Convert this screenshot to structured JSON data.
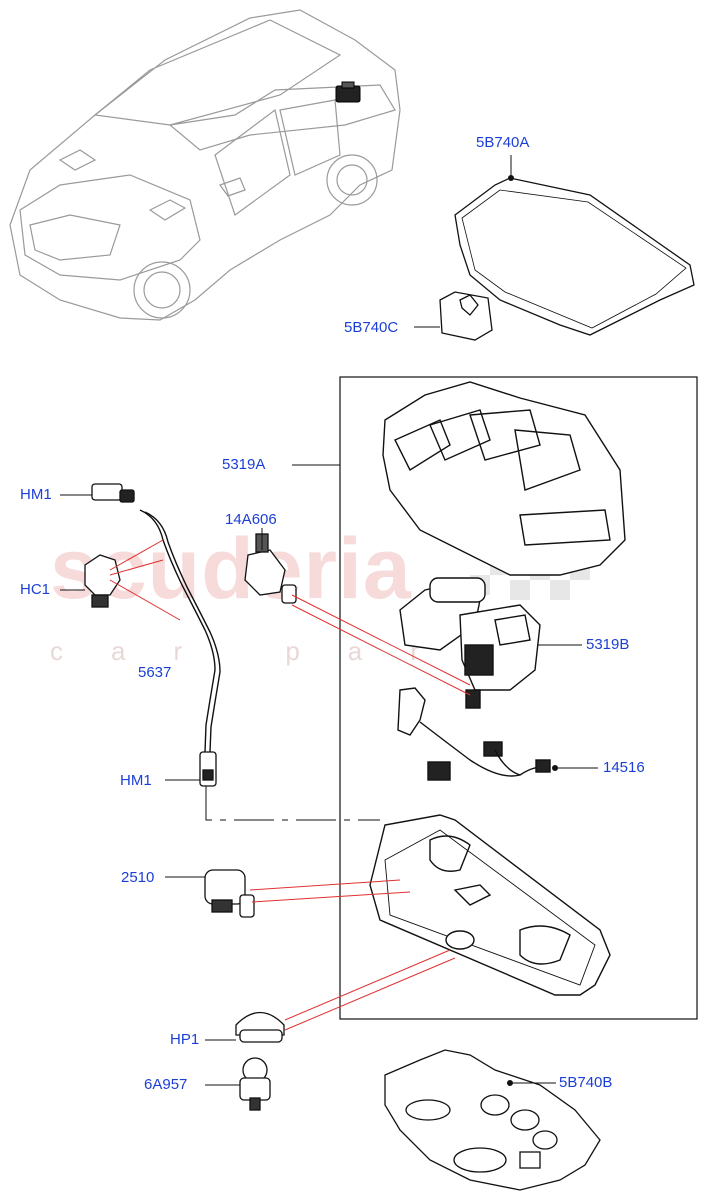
{
  "watermark": {
    "brand": "scuderia",
    "tagline": "car parts"
  },
  "callouts": {
    "c5B740A": "5B740A",
    "c5B740C": "5B740C",
    "c5319A": "5319A",
    "c14A606": "14A606",
    "cHM1_top": "HM1",
    "cHC1": "HC1",
    "c5637": "5637",
    "c5319B": "5319B",
    "c14516": "14516",
    "cHM1_bottom": "HM1",
    "c2510": "2510",
    "cHP1": "HP1",
    "c6A957": "6A957",
    "c5B740B": "5B740B"
  },
  "colors": {
    "callout_text": "#1b3fd6",
    "leader_red": "#e03030",
    "outline": "#111111",
    "watermark": "#f3c2c2"
  }
}
